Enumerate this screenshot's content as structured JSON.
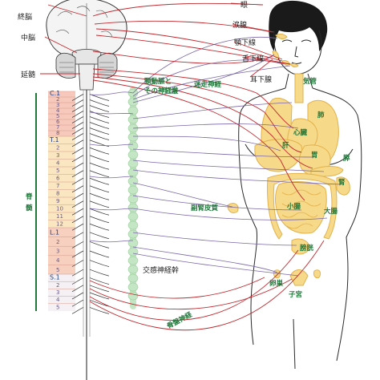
{
  "brain_labels": {
    "terminal_brain": "終脳",
    "midbrain": "中脳",
    "medulla": "延髄"
  },
  "head_labels": {
    "eye": "眼",
    "lacrimal": "涙腺",
    "submandibular": "顎下線",
    "sublingual": "舌下線",
    "parotid": "耳下腺"
  },
  "nerve_labels": {
    "carotid": [
      "頸動脈と",
      "その神経叢"
    ],
    "vagus": "迷走神経",
    "sympathetic_trunk": "交感神経幹",
    "pelvic": "骨盤神経"
  },
  "organ_labels": {
    "trachea": "気管",
    "lung": "肺",
    "heart": "心臓",
    "liver": "肝",
    "stomach": "胃",
    "pancreas": "膵",
    "kidney": "腎",
    "adrenal": "副腎皮質",
    "small_intestine": "小腸",
    "large_intestine": "大腸",
    "bladder": "膀胱",
    "ovary": "卵巣",
    "uterus": "子宮"
  },
  "spinal_cord_label": [
    "脊",
    "髄"
  ],
  "segments": {
    "cervical": [
      "C.1",
      "2",
      "3",
      "4",
      "5",
      "6",
      "7",
      "8"
    ],
    "thoracic": [
      "T.1",
      "2",
      "3",
      "4",
      "5",
      "6",
      "7",
      "8",
      "9",
      "10",
      "11",
      "12"
    ],
    "lumbar": [
      "L.1",
      "2",
      "3",
      "4",
      "5"
    ],
    "sacral": [
      "S.1",
      "2",
      "3",
      "4",
      "5"
    ]
  },
  "colors": {
    "parasympathetic": "#c0282e",
    "sympathetic": "#7a67a8",
    "organ_fill": "#f7d98a",
    "organ_stroke": "#e2b24c",
    "cervical_band": "#f6c9bc",
    "lumbar_band": "#f7d0c0",
    "thoracic_band": "#fbe6c2",
    "sacral_band": "#f4f0f4",
    "chain": "#c4e6c4"
  }
}
